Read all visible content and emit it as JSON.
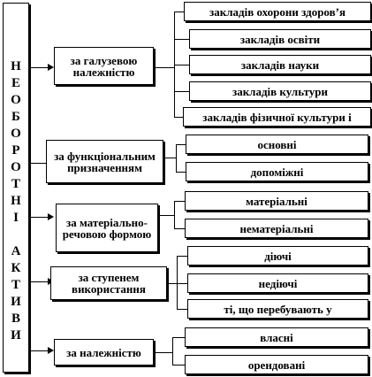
{
  "root": {
    "word1": [
      "Н",
      "Е",
      "О",
      "Б",
      "О",
      "Р",
      "О",
      "Т",
      "Н",
      "І"
    ],
    "word2": [
      "А",
      "К",
      "Т",
      "И",
      "В",
      "И"
    ]
  },
  "categories": [
    {
      "label": "за галузевою належністю",
      "items": [
        "закладів охорони здоров’я",
        "закладів освіти",
        "закладів науки",
        "закладів культури",
        "закладів фізичної культури і"
      ]
    },
    {
      "label": "за функціональним призначенням",
      "items": [
        "основні",
        "допоміжні"
      ]
    },
    {
      "label": "за матеріально-речовою формою",
      "items": [
        "матеріальні",
        "нематеріальні"
      ]
    },
    {
      "label": "за ступенем використання",
      "items": [
        "діючі",
        "недіючі",
        "ті, що перебувають у"
      ]
    },
    {
      "label": "за належністю",
      "items": [
        "власні",
        "орендовані"
      ]
    }
  ]
}
